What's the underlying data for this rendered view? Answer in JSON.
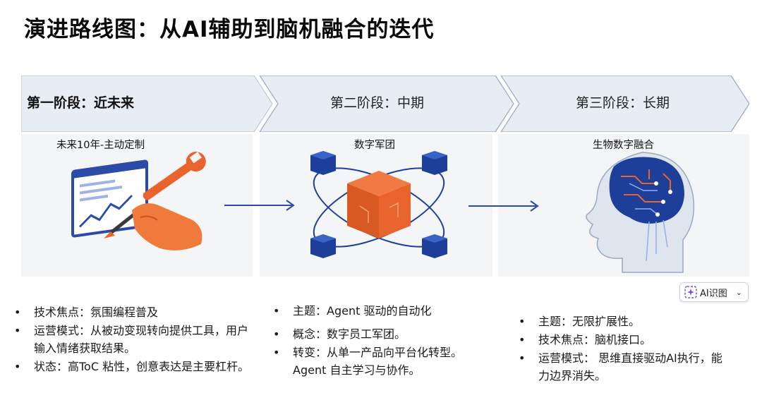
{
  "title": "演进路线图：从AI辅助到脑机融合的迭代",
  "stages": [
    {
      "label": "第一阶段：近未来",
      "sub": "未来10年-主动定制",
      "bullets": [
        "技术焦点：氛围编程普及",
        "运营模式：从被动变现转向提供工具，用户输入情绪获取结果。",
        "状态：高ToC 粘性，创意表达是主要杠杆。"
      ]
    },
    {
      "label": "第二阶段：中期",
      "sub": "数字军团",
      "bullets": [
        "主题：Agent 驱动的自动化",
        "概念：数字员工军团。",
        "转变：从单一产品向平台化转型。 Agent 自主学习与协作。"
      ]
    },
    {
      "label": "第三阶段：长期",
      "sub": "生物数字融合",
      "bullets": [
        "主题：无限扩展性。",
        "技术焦点：脑机接口。",
        "运营模式： 思维直接驱动AI执行，能力边界消失。"
      ]
    }
  ],
  "ai_button": {
    "label": "AI识图"
  },
  "colors": {
    "banner": "#e8ecf3",
    "banner_border": "#9aa8c4",
    "orange": "#e8642c",
    "blue": "#1d3f9a"
  }
}
